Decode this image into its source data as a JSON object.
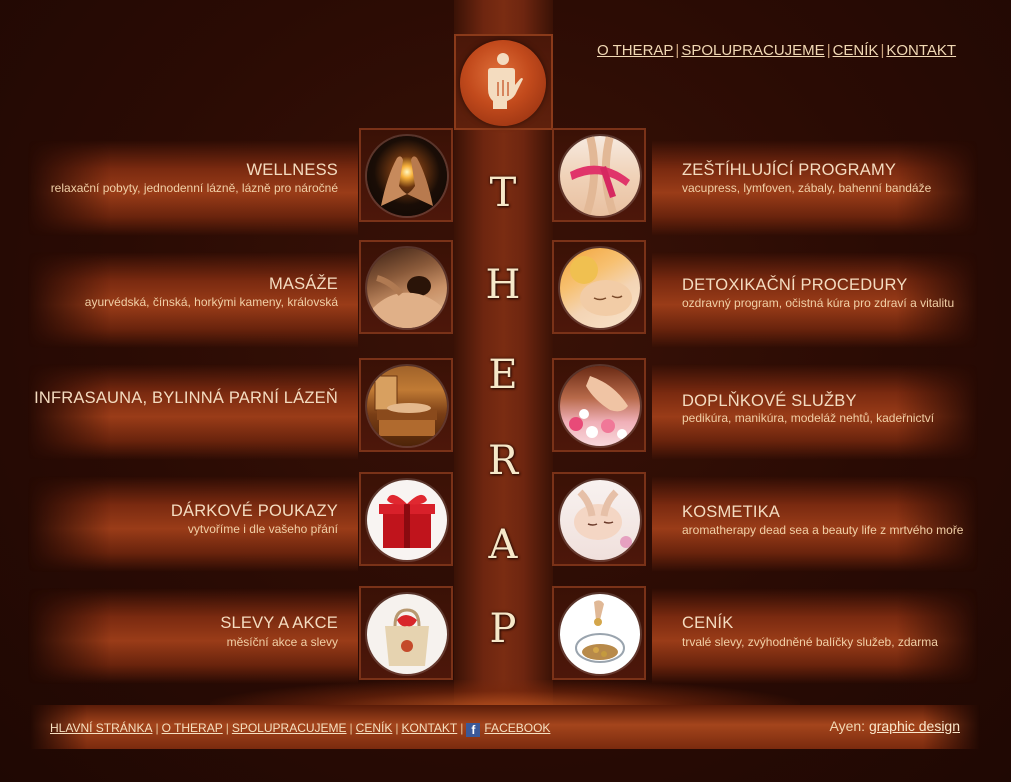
{
  "brand": {
    "letters": [
      "T",
      "H",
      "E",
      "R",
      "A",
      "P"
    ],
    "logo_icon": "hand-icon"
  },
  "top_nav": [
    "O THERAP",
    "SPOLUPRACUJEME",
    "CENÍK",
    "KONTAKT"
  ],
  "services_left": [
    {
      "title": "WELLNESS",
      "desc": "relaxační pobyty, jednodenní lázně, lázně pro náročné",
      "icon": "glowing-hands-photo"
    },
    {
      "title": "MASÁŽE",
      "desc": "ayurvédská, čínská, horkými kameny, královská",
      "icon": "massage-photo"
    },
    {
      "title": "INFRASAUNA, BYLINNÁ PARNÍ LÁZEŇ",
      "desc": "",
      "icon": "sauna-photo"
    },
    {
      "title": "DÁRKOVÉ POUKAZY",
      "desc": "vytvoříme i dle vašeho přání",
      "icon": "gift-box-photo"
    },
    {
      "title": "SLEVY A AKCE",
      "desc": "měsíční akce a slevy",
      "icon": "shopping-bag-photo"
    }
  ],
  "services_right": [
    {
      "title": "ZEŠTÍHLUJÍCÍ PROGRAMY",
      "desc": "vacupress, lymfoven, zábaly, bahenní bandáže",
      "icon": "measuring-tape-photo"
    },
    {
      "title": "DETOXIKAČNÍ PROCEDURY",
      "desc": "ozdravný program, očistná kúra pro zdraví a vitalitu",
      "icon": "face-treatment-photo"
    },
    {
      "title": "DOPLŇKOVÉ SLUŽBY",
      "desc": "pedikúra, manikúra, modeláž nehtů, kadeřnictví",
      "icon": "pedicure-photo"
    },
    {
      "title": "KOSMETIKA",
      "desc": "aromatherapy dead sea a beauty life z mrtvého moře",
      "icon": "facial-photo"
    },
    {
      "title": "CENÍK",
      "desc": "trvalé slevy, zvýhodněné balíčky služeb, zdarma",
      "icon": "piggy-bank-photo"
    }
  ],
  "footer_nav": [
    "HLAVNÍ STRÁNKA",
    "O THERAP",
    "SPOLUPRACUJEME",
    "CENÍK",
    "KONTAKT",
    "FACEBOOK"
  ],
  "credit": {
    "prefix": "Ayen:",
    "link": "graphic design"
  },
  "colors": {
    "background": "#2a0b04",
    "band": "#9a3c18",
    "text": "#f4dcc0",
    "accent": "#c24a1c"
  }
}
